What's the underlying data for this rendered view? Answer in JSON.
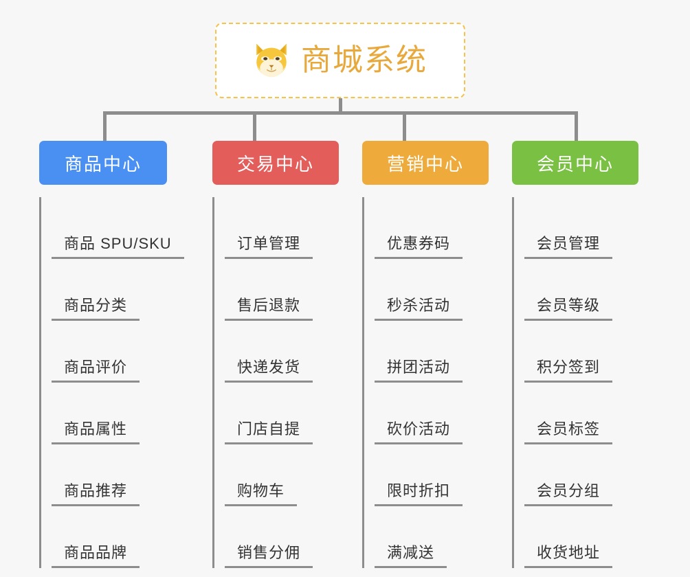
{
  "root": {
    "title": "商城系统",
    "icon": "shiba-dog-icon",
    "border_color": "#f5c24a",
    "text_color": "#e8a93c",
    "background": "#ffffff"
  },
  "canvas": {
    "background": "#f7f7f7",
    "line_color": "#8d8d8d"
  },
  "branches": [
    {
      "label": "商品中心",
      "color": "#4a90f2",
      "items": [
        "商品 SPU/SKU",
        "商品分类",
        "商品评价",
        "商品属性",
        "商品推荐",
        "商品品牌"
      ]
    },
    {
      "label": "交易中心",
      "color": "#e35d5b",
      "items": [
        "订单管理",
        "售后退款",
        "快递发货",
        "门店自提",
        "购物车",
        "销售分佣"
      ]
    },
    {
      "label": "营销中心",
      "color": "#eeab3b",
      "items": [
        "优惠券码",
        "秒杀活动",
        "拼团活动",
        "砍价活动",
        "限时折扣",
        "满减送"
      ]
    },
    {
      "label": "会员中心",
      "color": "#7ac143",
      "items": [
        "会员管理",
        "会员等级",
        "积分签到",
        "会员标签",
        "会员分组",
        "收货地址"
      ]
    }
  ]
}
